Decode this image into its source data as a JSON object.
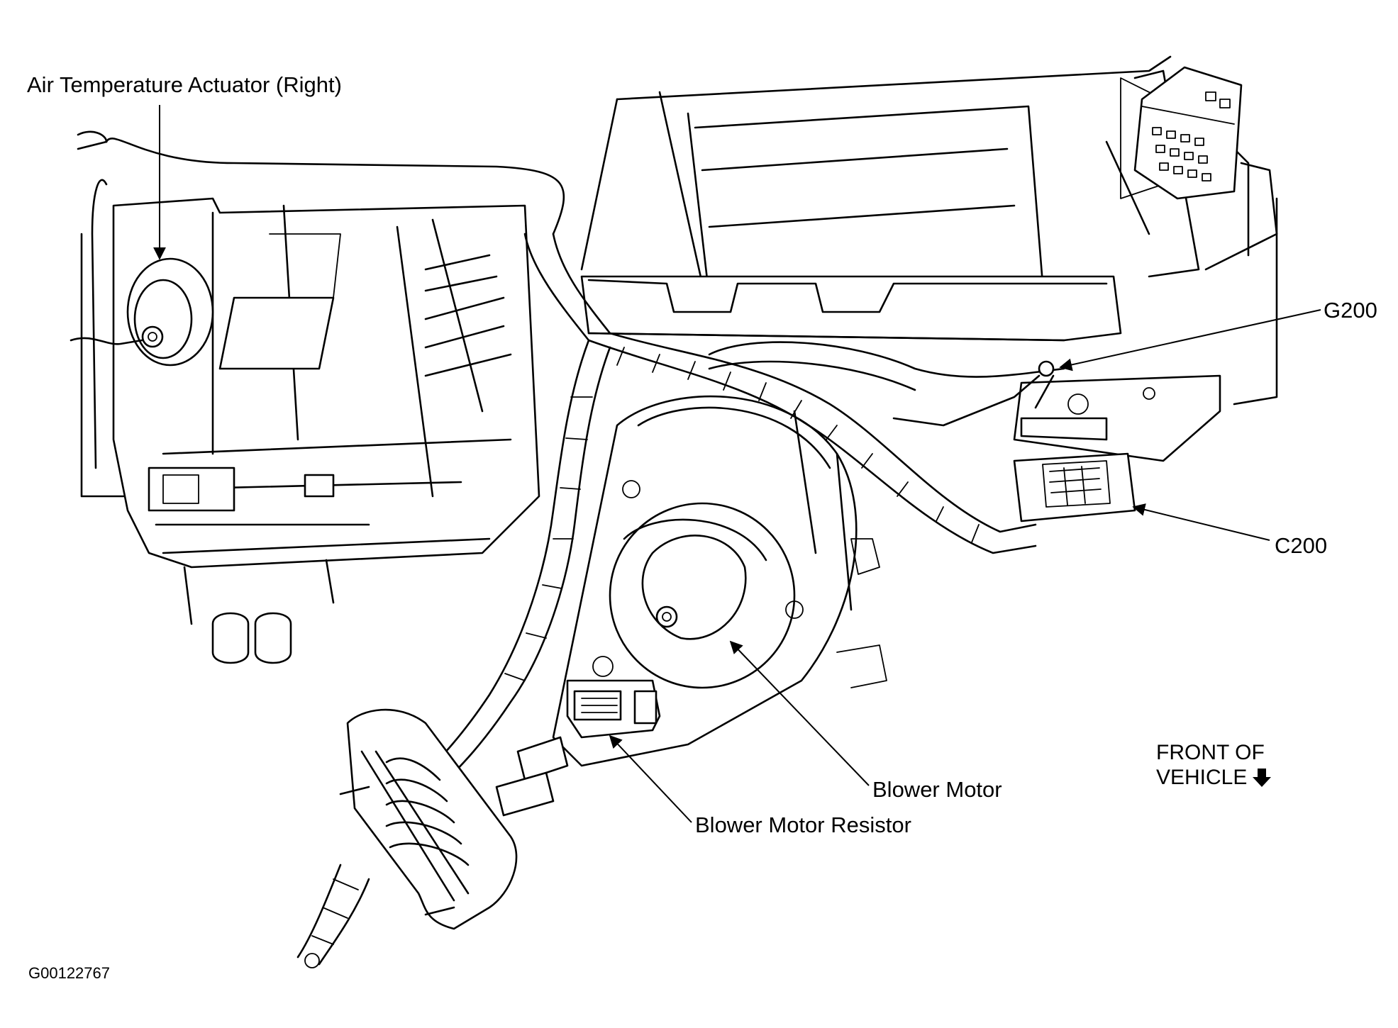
{
  "labels": {
    "air_temp_actuator": "Air Temperature Actuator (Right)",
    "g200": "G200",
    "c200": "C200",
    "blower_motor": "Blower Motor",
    "blower_motor_resistor": "Blower Motor Resistor",
    "front_of_vehicle_line1": "FRONT OF",
    "front_of_vehicle_line2": "VEHICLE"
  },
  "figure_id": "G00122767",
  "icons": {
    "direction_arrow": "down-arrow-icon"
  }
}
